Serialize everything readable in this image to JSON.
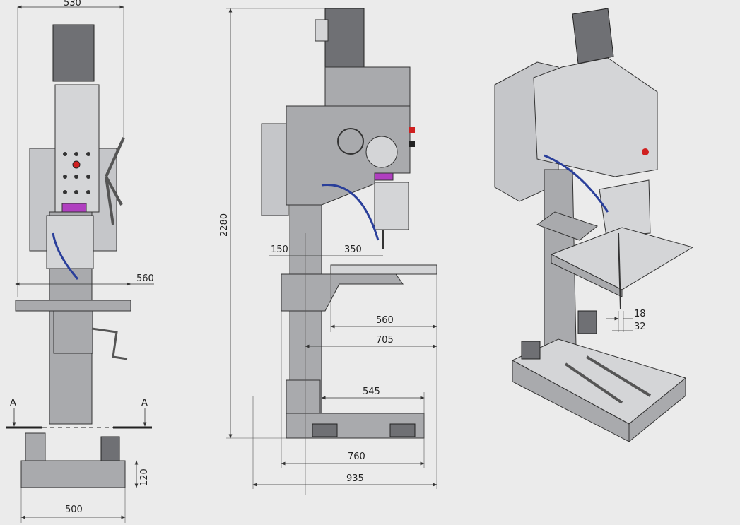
{
  "title": "Drill press dimensional drawing",
  "front_view": {
    "width_top": "530",
    "table_width": "560",
    "section_left": "A",
    "section_right": "A",
    "base_height": "120",
    "base_width": "500"
  },
  "side_view": {
    "total_height": "2280",
    "column_offset": "150",
    "spindle_distance": "350",
    "table_depth": "560",
    "table_reach": "705",
    "base_slot": "545",
    "base_depth": "760",
    "overall_depth": "935"
  },
  "iso_view": {
    "slot_width": "18",
    "slot_head": "32"
  },
  "colors": {
    "background": "#ebebeb",
    "machine": "#a9aaad",
    "accent_purple": "#b03fc0",
    "accent_red": "#d02020",
    "coolant_blue": "#2a3f9a"
  }
}
